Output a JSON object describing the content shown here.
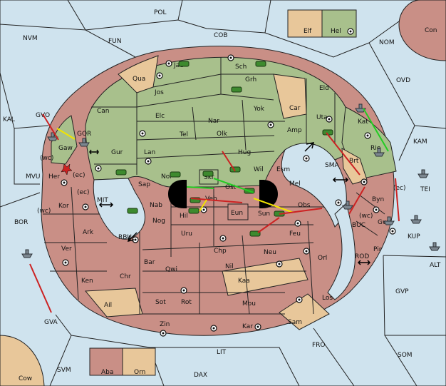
{
  "map": {
    "colors": {
      "sea": "#cfe3ee",
      "green_power": "#a8c08c",
      "red_power": "#c98f86",
      "neutral": "#e8c79a",
      "border": "#222222",
      "red_order": "#cc2222",
      "yellow_order": "#f2e400",
      "green_order": "#22cc22"
    },
    "sea_labels": [
      "POL",
      "NVM",
      "FUN",
      "COB",
      "NOM",
      "OVD",
      "KAL",
      "GVO",
      "GOR",
      "MVU",
      "MIT",
      "BOR",
      "RBU",
      "SMA",
      "KAM",
      "TEI",
      "BUC",
      "KUP",
      "ROD",
      "ALT",
      "GVP",
      "GVA",
      "LIT",
      "FRO",
      "SOM",
      "SVM",
      "DAX",
      "Con",
      "Cow"
    ],
    "green_labels": [
      "Jad",
      "Sch",
      "Qua",
      "Jos",
      "Grh",
      "Eld",
      "Can",
      "Car",
      "Elc",
      "Nar",
      "Yok",
      "Uta",
      "Amp",
      "Kat",
      "Tel",
      "Olk",
      "Gur",
      "Lan",
      "Hug",
      "Gaw",
      "Rie",
      "Esm",
      "Skr",
      "Wil",
      "Nor",
      "Sap",
      "Ost",
      "Mel",
      "Brt",
      "Veb",
      "Elf",
      "Hel"
    ],
    "red_labels": [
      "Her",
      "Kor",
      "Ark",
      "Ver",
      "Ken",
      "Nab",
      "Nog",
      "Hil",
      "Eun",
      "Sun",
      "Obs",
      "Uru",
      "Feu",
      "Chp",
      "Neu",
      "Byn",
      "Gwa",
      "Pir",
      "Orl",
      "Bar",
      "Qwi",
      "Nil",
      "Kaa",
      "Chr",
      "Rot",
      "Ail",
      "Sot",
      "Mou",
      "Los",
      "Zin",
      "Kar",
      "Sam",
      "Aba",
      "Orn"
    ],
    "coast_labels": [
      "(wc)",
      "(ec)",
      "(ec)",
      "(wc)",
      "(wc)",
      "(ec)"
    ],
    "box_labels": {
      "elf": "Elf",
      "hel": "Hel",
      "aba": "Aba",
      "orn": "Orn",
      "con": "Con",
      "cow": "Cow"
    }
  }
}
